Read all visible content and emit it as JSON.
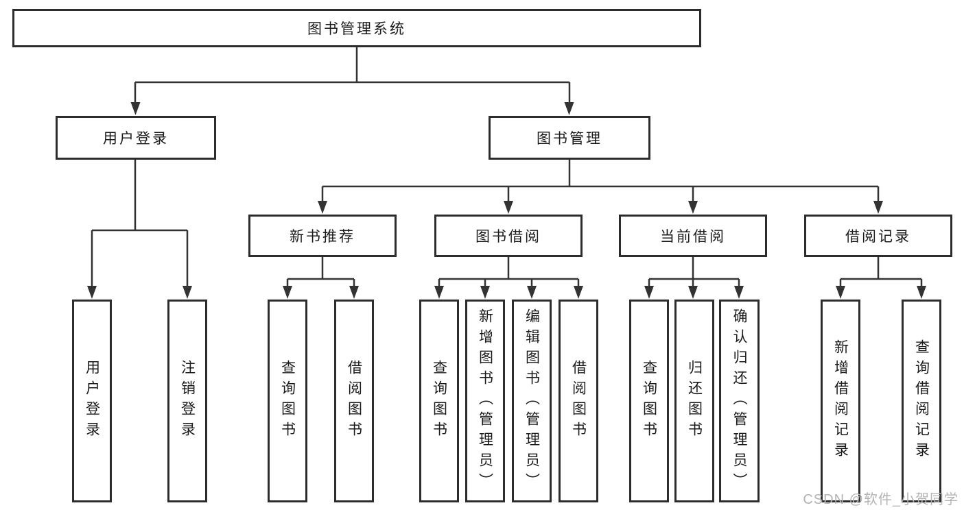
{
  "tree": {
    "label": "图书管理系统",
    "children": [
      {
        "label": "用户登录",
        "children": [
          {
            "label": "用户登录"
          },
          {
            "label": "注销登录"
          }
        ]
      },
      {
        "label": "图书管理",
        "children": [
          {
            "label": "新书推荐",
            "children": [
              {
                "label": "查询图书"
              },
              {
                "label": "借阅图书"
              }
            ]
          },
          {
            "label": "图书借阅",
            "children": [
              {
                "label": "查询图书"
              },
              {
                "label": "新增图书（管理员）"
              },
              {
                "label": "编辑图书（管理员）"
              },
              {
                "label": "借阅图书"
              }
            ]
          },
          {
            "label": "当前借阅",
            "children": [
              {
                "label": "查询图书"
              },
              {
                "label": "归还图书"
              },
              {
                "label": "确认归还（管理员）"
              }
            ]
          },
          {
            "label": "借阅记录",
            "children": [
              {
                "label": "新增借阅记录"
              },
              {
                "label": "查询借阅记录"
              }
            ]
          }
        ]
      }
    ]
  },
  "colors": {
    "line": "#333333",
    "box_border": "#2c2c2c",
    "text": "#1a1a1a",
    "background": "#ffffff",
    "watermark": "#b3b3b3"
  },
  "watermark": "CSDN @软件_小贺同学"
}
